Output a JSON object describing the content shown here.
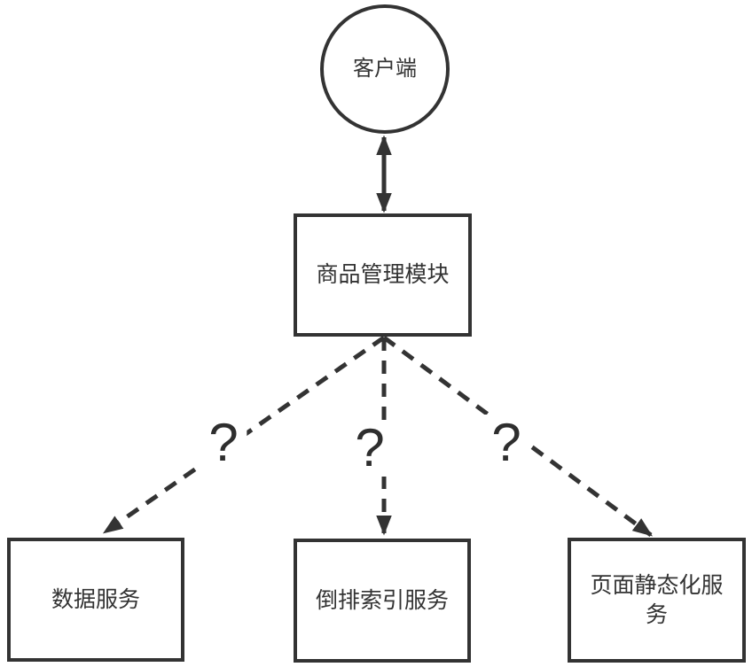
{
  "diagram": {
    "title": "product-module-architecture",
    "nodes": {
      "client": {
        "label": "客户端",
        "shape": "circle"
      },
      "product_module": {
        "label": "商品管理模块",
        "shape": "rect"
      },
      "data_service": {
        "label": "数据服务",
        "shape": "rect"
      },
      "inverted_index_service": {
        "label": "倒排索引服务",
        "shape": "rect"
      },
      "page_static_service": {
        "label": "页面静态化服务",
        "shape": "rect"
      }
    },
    "edges": [
      {
        "from": "client",
        "to": "product_module",
        "style": "solid",
        "arrows": "both",
        "label": ""
      },
      {
        "from": "product_module",
        "to": "data_service",
        "style": "dashed",
        "arrows": "end",
        "label": "?"
      },
      {
        "from": "product_module",
        "to": "inverted_index_service",
        "style": "dashed",
        "arrows": "end",
        "label": "?"
      },
      {
        "from": "product_module",
        "to": "page_static_service",
        "style": "dashed",
        "arrows": "end",
        "label": "?"
      }
    ],
    "colors": {
      "stroke": "#333333",
      "background": "#ffffff"
    }
  }
}
